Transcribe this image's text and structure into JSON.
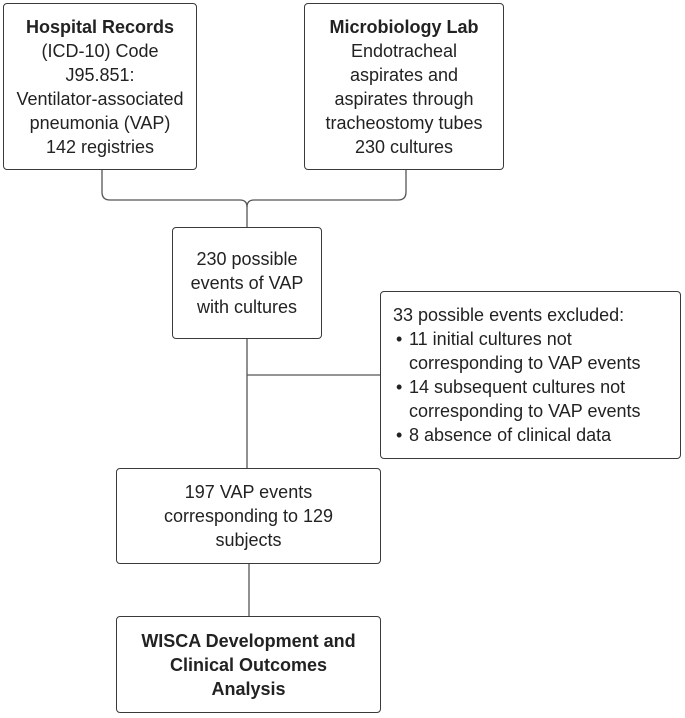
{
  "hospital": {
    "title": "Hospital Records",
    "lines": [
      "(ICD-10) Code",
      "J95.851:",
      "Ventilator-associated",
      "pneumonia (VAP)",
      "142 registries"
    ]
  },
  "micro": {
    "title": "Microbiology Lab",
    "lines": [
      "Endotracheal",
      "aspirates and",
      "aspirates through",
      "tracheostomy tubes",
      "230 cultures"
    ]
  },
  "possible": {
    "lines": [
      "230 possible",
      "events of VAP",
      "with cultures"
    ]
  },
  "excluded": {
    "heading": "33 possible events excluded:",
    "items": [
      {
        "l1": "11 initial cultures not",
        "l2": "corresponding to VAP events"
      },
      {
        "l1": "14 subsequent cultures not",
        "l2": "corresponding to VAP events"
      },
      {
        "l1": "8 absence of clinical data",
        "l2": ""
      }
    ]
  },
  "events": {
    "lines": [
      "197 VAP events",
      "corresponding to 129",
      "subjects"
    ]
  },
  "wisca": {
    "lines": [
      "WISCA Development and",
      "Clinical Outcomes",
      "Analysis"
    ]
  }
}
